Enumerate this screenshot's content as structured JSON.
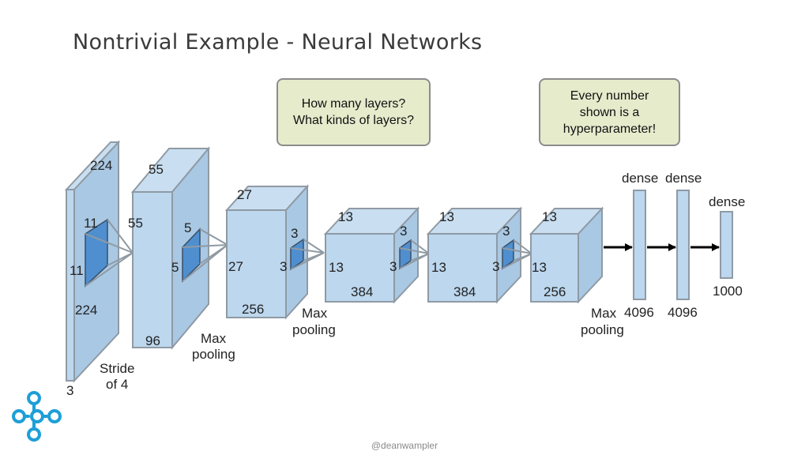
{
  "title": "Nontrivial Example - Neural Networks",
  "callouts": {
    "layers": [
      "How many layers?",
      "What kinds of layers?"
    ],
    "hyperparameters": [
      "Every number",
      "shown is a",
      "hyperparameter!"
    ]
  },
  "diagram": {
    "input": {
      "height": "224",
      "width": "224",
      "depth": "3",
      "kernel_h": "11",
      "kernel_w": "11",
      "stride_line1": "Stride",
      "stride_line2": "of 4"
    },
    "conv1": {
      "height": "55",
      "width": "55",
      "depth": "96",
      "kernel_h": "5",
      "kernel_w": "5",
      "pool_line1": "Max",
      "pool_line2": "pooling"
    },
    "conv2": {
      "height": "27",
      "width": "27",
      "depth": "256",
      "kernel_h": "3",
      "kernel_w": "3",
      "pool_line1": "Max",
      "pool_line2": "pooling"
    },
    "conv3": {
      "height": "13",
      "width": "13",
      "depth": "384",
      "kernel_h": "3",
      "kernel_w": "3"
    },
    "conv4": {
      "height": "13",
      "width": "13",
      "depth": "384",
      "kernel_h": "3",
      "kernel_w": "3"
    },
    "conv5": {
      "height": "13",
      "width": "13",
      "depth": "256",
      "pool_line1": "Max",
      "pool_line2": "pooling"
    },
    "dense1": {
      "label": "dense",
      "units": "4096"
    },
    "dense2": {
      "label": "dense",
      "units": "4096"
    },
    "dense3": {
      "label": "dense",
      "units": "1000"
    }
  },
  "credit": "@deanwampler",
  "colors": {
    "box_fill": "#bcd7ee",
    "box_stroke": "#8f9aa4",
    "kernel_fill": "#4f8fcf",
    "callout_fill": "#e6ebcc",
    "logo": "#1d9fd8"
  },
  "logo_icon": "network-nodes-icon"
}
